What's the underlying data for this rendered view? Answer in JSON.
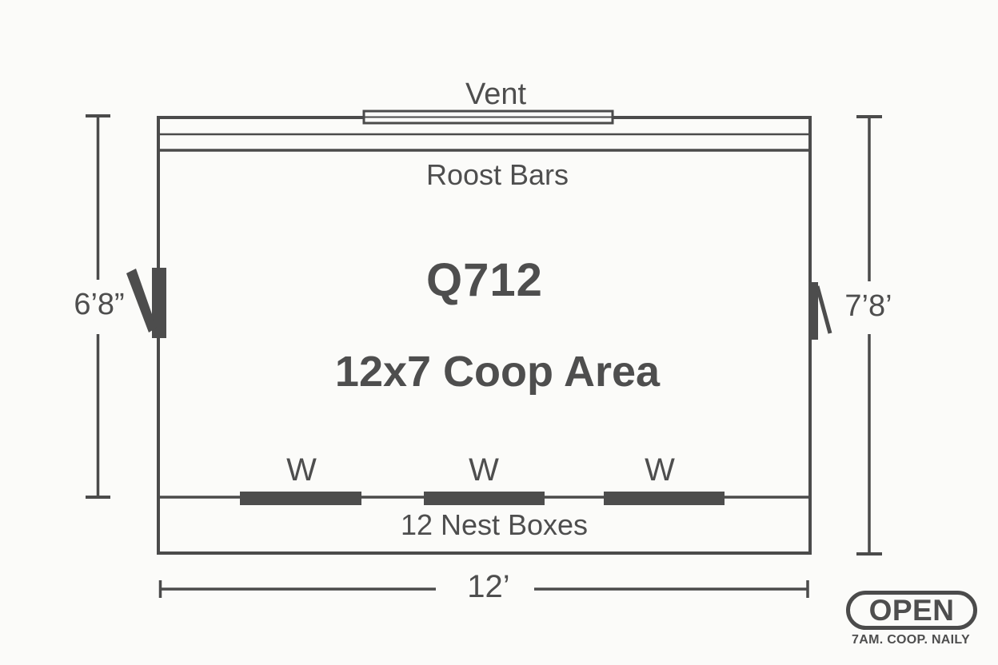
{
  "plan": {
    "vent_label": "Vent",
    "roost_label": "Roost Bars",
    "model": "Q712",
    "area_label": "12x7 Coop Area",
    "windows": [
      {
        "label": "W"
      },
      {
        "label": "W"
      },
      {
        "label": "W"
      }
    ],
    "nest_label": "12 Nest Boxes"
  },
  "dimensions": {
    "left": "6’8”",
    "right": "7’8’",
    "bottom": "12’"
  },
  "badge": {
    "title": "OPEN",
    "subtitle": "7AM. COOP. NAILY"
  },
  "theme": {
    "background": "#fbfbf9",
    "line_color": "#4b4b4b",
    "text_color": "#4e4e4e",
    "dark_fill": "#4d4d4d"
  }
}
